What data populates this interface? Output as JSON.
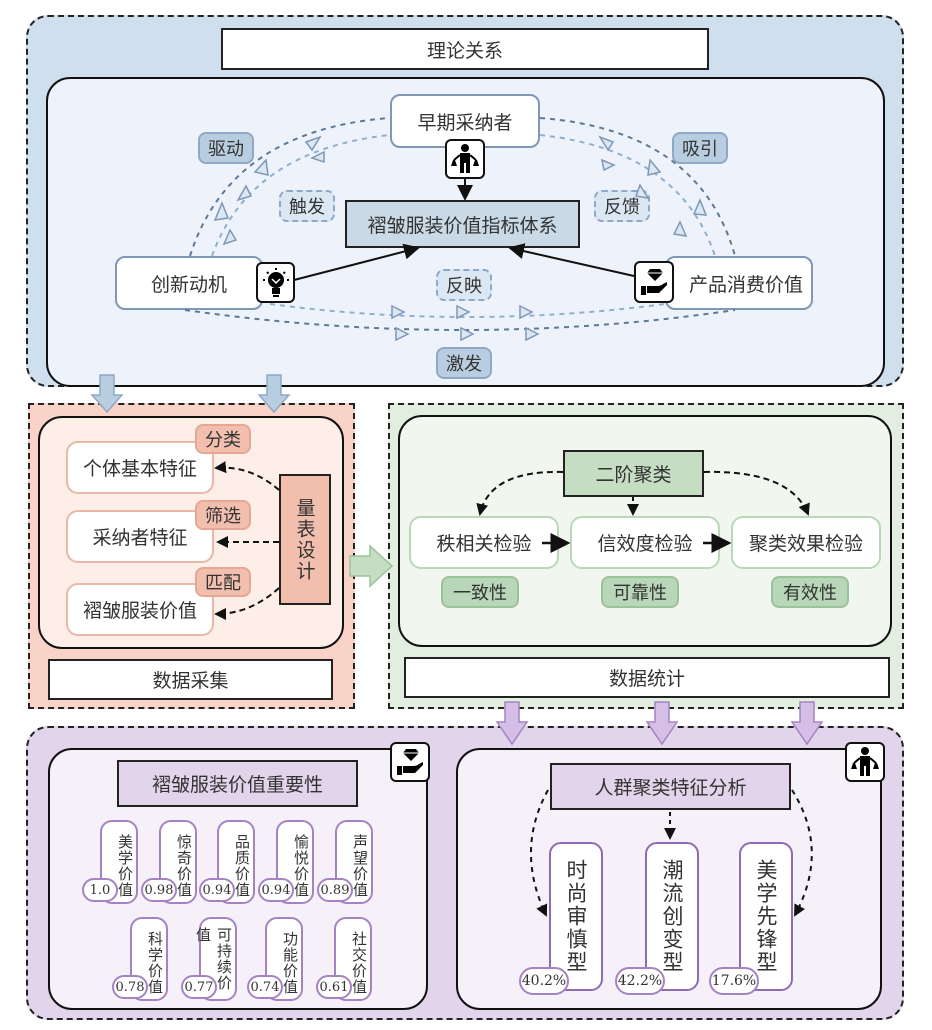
{
  "theory": {
    "title": "理论关系",
    "early_adopter": "早期采纳者",
    "index_system": "褶皱服装价值指标体系",
    "innovation_motive": "创新动机",
    "product_value": "产品消费价值",
    "tags": {
      "drive": "驱动",
      "attract": "吸引",
      "trigger": "触发",
      "feedback": "反馈",
      "reflect": "反映",
      "stimulate": "激发"
    },
    "icons": [
      "person-shopping-icon",
      "lightbulb-icon",
      "hand-diamond-icon"
    ]
  },
  "collection": {
    "title": "数据采集",
    "items": [
      {
        "label": "个体基本特征",
        "tag": "分类"
      },
      {
        "label": "采纳者特征",
        "tag": "筛选"
      },
      {
        "label": "褶皱服装价值",
        "tag": "匹配"
      }
    ],
    "scale_design": "量表设计"
  },
  "statistics": {
    "title": "数据统计",
    "cluster": "二阶聚类",
    "steps": [
      {
        "label": "秩相关检验",
        "tag": "一致性"
      },
      {
        "label": "信效度检验",
        "tag": "可靠性"
      },
      {
        "label": "聚类效果检验",
        "tag": "有效性"
      }
    ]
  },
  "importance": {
    "title": "褶皱服装价值重要性",
    "row1": [
      {
        "label": "美学价值",
        "value": "1.0"
      },
      {
        "label": "惊奇价值",
        "value": "0.98"
      },
      {
        "label": "品质价值",
        "value": "0.94"
      },
      {
        "label": "愉悦价值",
        "value": "0.94"
      },
      {
        "label": "声望价值",
        "value": "0.89"
      }
    ],
    "row2": [
      {
        "label": "科学价值",
        "value": "0.78"
      },
      {
        "label": "可持续价值",
        "value": "0.77"
      },
      {
        "label": "功能价值",
        "value": "0.74"
      },
      {
        "label": "社交价值",
        "value": "0.61"
      }
    ]
  },
  "clustering": {
    "title": "人群聚类特征分析",
    "groups": [
      {
        "label": "时尚审慎型",
        "value": "40.2%"
      },
      {
        "label": "潮流创变型",
        "value": "42.2%"
      },
      {
        "label": "美学先锋型",
        "value": "17.6%"
      }
    ]
  },
  "colors": {
    "theory_bg": "#cfdfed",
    "theory_inner": "#eef3fb",
    "collection_bg": "#f9d3c7",
    "collection_inner": "#fdeee8",
    "stats_bg": "#e2eedf",
    "stats_inner": "#f1f7ef",
    "result_bg": "#e2d4ea",
    "result_inner": "#f6f0f8"
  }
}
